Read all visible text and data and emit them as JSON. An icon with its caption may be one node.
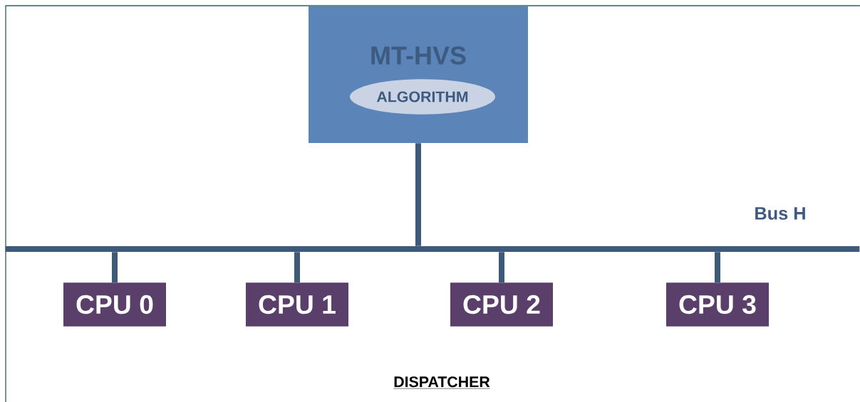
{
  "diagram": {
    "nodes": [
      {
        "text": [
          "MT-HVS"
        ]
      },
      {
        "text": [
          "ALGORITHM"
        ],
        "in": 0
      },
      {
        "text": [],
        "shape": "bar",
        "beside": [
          "Bus H"
        ]
      },
      {
        "text": [
          "CPU 0"
        ]
      },
      {
        "text": [
          "CPU 1"
        ]
      },
      {
        "text": [
          "CPU 2"
        ]
      },
      {
        "text": [
          "CPU 3"
        ]
      }
    ],
    "edges": [
      {
        "from": 0,
        "to": 2,
        "arrow": "none"
      },
      {
        "from": 2,
        "to": 3,
        "arrow": "none"
      },
      {
        "from": 2,
        "to": 4,
        "arrow": "none"
      },
      {
        "from": 2,
        "to": 5,
        "arrow": "none"
      },
      {
        "from": 2,
        "to": 6,
        "arrow": "none"
      }
    ],
    "labels": [
      "DISPATCHER"
    ]
  }
}
